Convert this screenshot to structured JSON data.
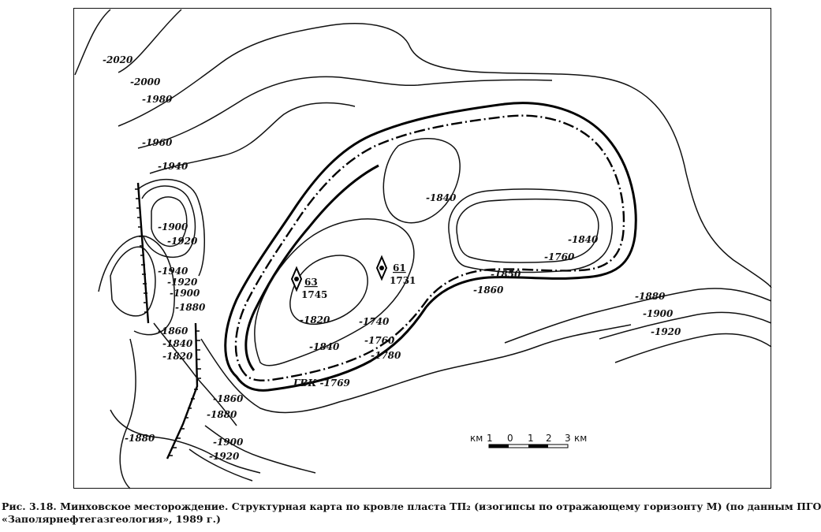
{
  "map": {
    "contour_labels": {
      "c2020": "-2020",
      "c2000": "-2000",
      "c1980": "-1980",
      "c1960": "-1960",
      "c1940": "-1940",
      "w1900": "-1900",
      "w1920": "-1920",
      "w1940": "-1940",
      "w1920b": "-1920",
      "w1900b": "-1900",
      "w1880": "-1880",
      "s1860": "-1860",
      "s1840": "-1840",
      "s1820": "-1820",
      "b1860": "-1860",
      "b1880": "-1880",
      "b1900": "-1900",
      "b1920": "-1920",
      "b1880l": "-1880",
      "n1840": "-1840",
      "e1840": "-1840",
      "e1760": "-1760",
      "e1850": "-1850",
      "e1860": "-1860",
      "i1820": "-1820",
      "i1740": "-1740",
      "i1760": "-1760",
      "i1840": "-1840",
      "i1780": "-1780",
      "r1880": "-1880",
      "r1900": "-1900",
      "r1920": "-1920",
      "gvk": "ГВК  -1769"
    },
    "wells": [
      {
        "number": "63",
        "depth": "1745"
      },
      {
        "number": "61",
        "depth": "1731"
      }
    ],
    "scale_bar": {
      "unit_left": "км",
      "ticks": [
        "1",
        "0",
        "1",
        "2",
        "3"
      ],
      "unit_right": "км"
    }
  },
  "caption": {
    "line1": "Рис. 3.18. Минховское месторождение. Структурная карта по кровле пласта ТП₂ (изогипсы по отражающему горизонту М) (по данным ПГО",
    "line2": "«Заполярнефтегазгеология», 1989 г.)"
  }
}
